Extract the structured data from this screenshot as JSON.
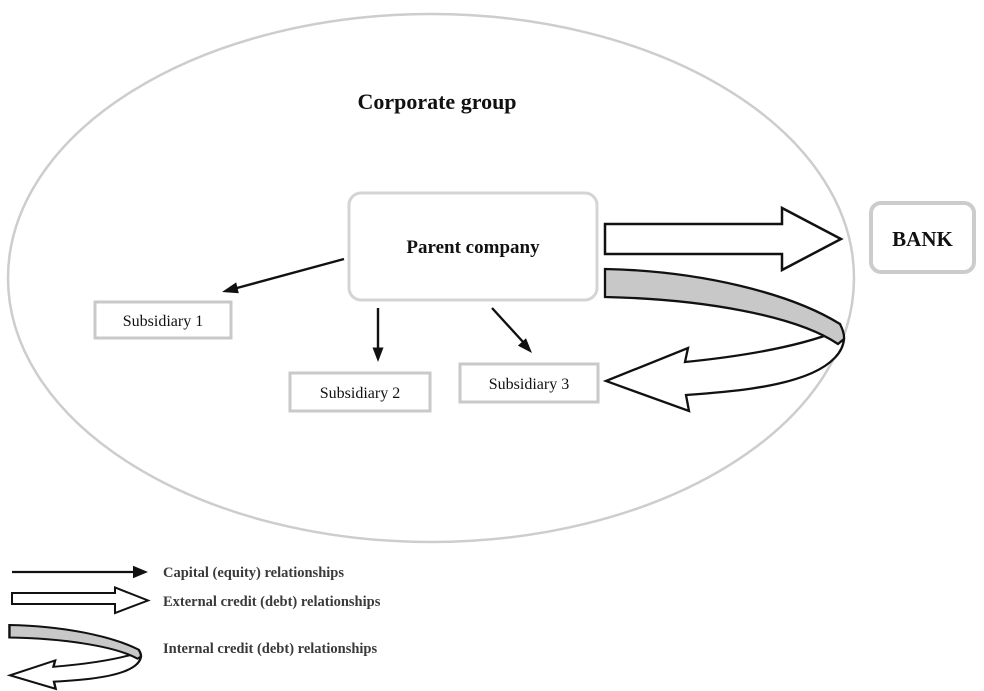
{
  "title": "Corporate group",
  "nodes": {
    "parent": {
      "label": "Parent company"
    },
    "bank": {
      "label": "BANK"
    },
    "sub1": {
      "label": "Subsidiary 1"
    },
    "sub2": {
      "label": "Subsidiary 2"
    },
    "sub3": {
      "label": "Subsidiary 3"
    }
  },
  "relationships": {
    "equity": "parent to subsidiaries (thin black arrows)",
    "external_credit": "parent to bank (white block arrow)",
    "internal_credit": "bank side looping back to Subsidiary 3 (gray ribbon arrow)"
  },
  "legend": {
    "items": [
      {
        "symbol": "thin-arrow",
        "label": "Capital (equity) relationships"
      },
      {
        "symbol": "block-arrow",
        "label": "External credit (debt) relationships"
      },
      {
        "symbol": "ribbon-arrow",
        "label": "Internal credit (debt) relationships"
      }
    ]
  },
  "colors": {
    "outline_gray": "#cdcdcd",
    "box_border_gray": "#c9c9c9",
    "ribbon_fill": "#c8c8c8",
    "ink": "#111111",
    "legend_text": "#3a3a3a"
  }
}
